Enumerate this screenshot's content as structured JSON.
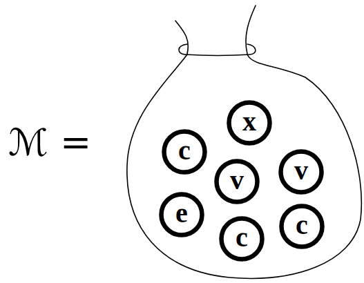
{
  "diagram": {
    "nodes": [
      {
        "text": [
          "x"
        ]
      },
      {
        "text": [
          "c"
        ]
      },
      {
        "text": [
          "v"
        ]
      },
      {
        "text": [
          "v"
        ]
      },
      {
        "text": [
          "e"
        ]
      },
      {
        "text": [
          "c"
        ]
      },
      {
        "text": [
          "c"
        ]
      }
    ],
    "labels": [
      "ℳ ="
    ]
  }
}
